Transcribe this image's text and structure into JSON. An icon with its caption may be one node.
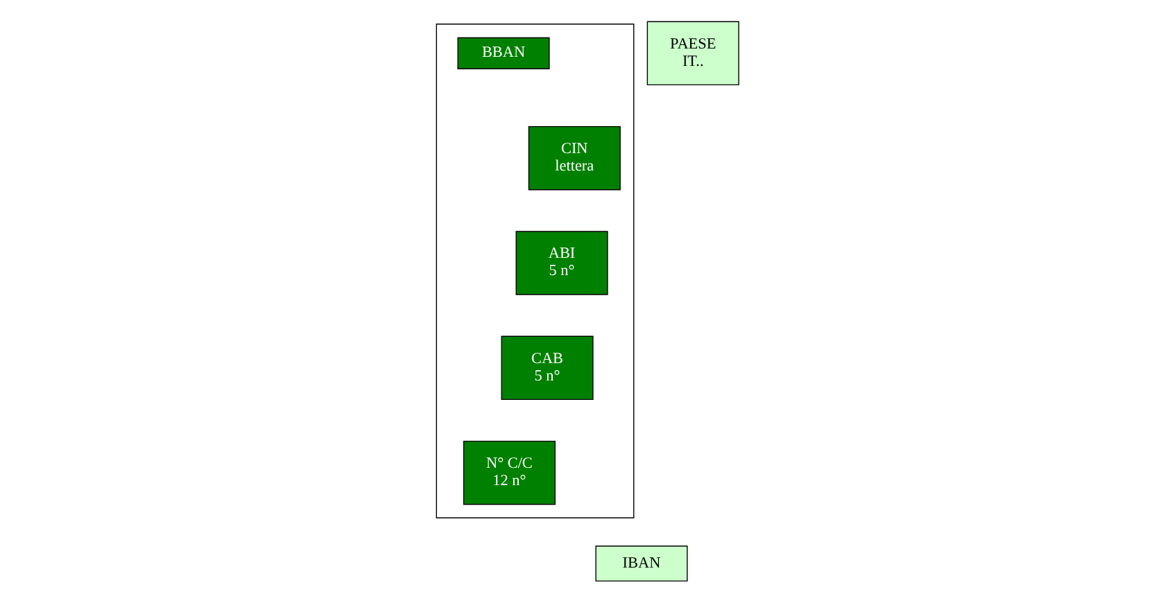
{
  "diagram": {
    "nodes": [
      {
        "text": [],
        "shape": "box"
      },
      {
        "text": [
          "BBAN"
        ],
        "in": 0
      },
      {
        "text": [
          "PAESE",
          "IT.."
        ]
      },
      {
        "text": [
          "CIN",
          "lettera"
        ],
        "in": 0
      },
      {
        "text": [
          "ABI",
          "5 n°"
        ],
        "in": 0
      },
      {
        "text": [
          "CAB",
          "5 n°"
        ],
        "in": 0
      },
      {
        "text": [
          "N° C/C",
          "12 n°"
        ],
        "in": 0
      },
      {
        "text": [
          "IBAN"
        ]
      }
    ],
    "edges": []
  }
}
